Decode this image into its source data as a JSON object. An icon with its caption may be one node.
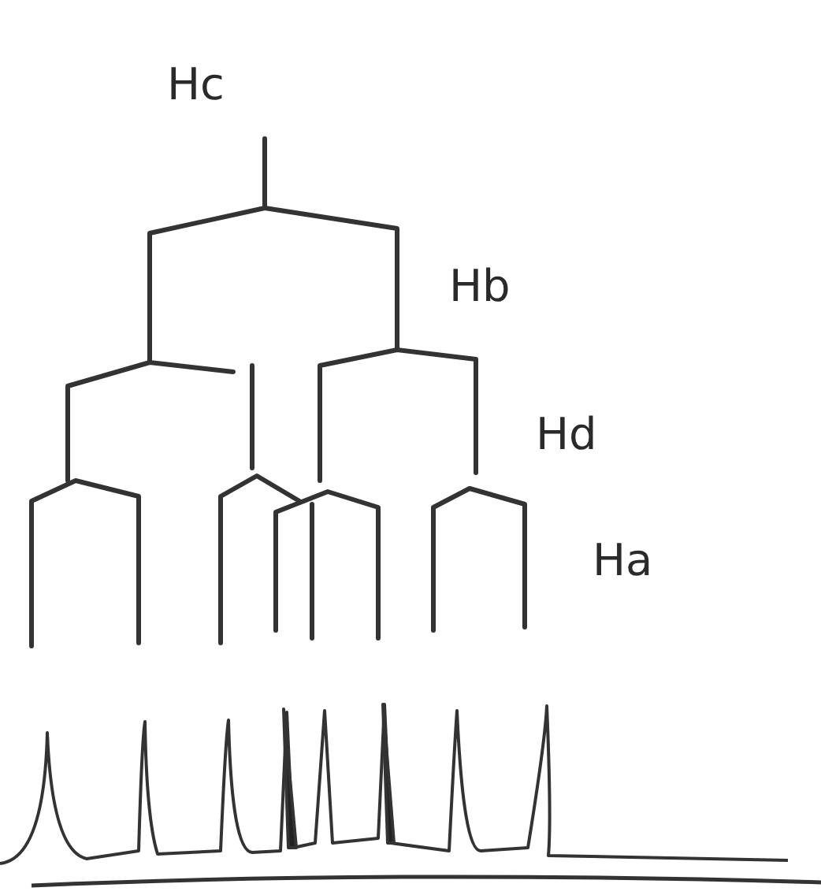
{
  "diagram": {
    "labels": [
      "Hc",
      "Hb",
      "Hd",
      "Ha"
    ]
  }
}
